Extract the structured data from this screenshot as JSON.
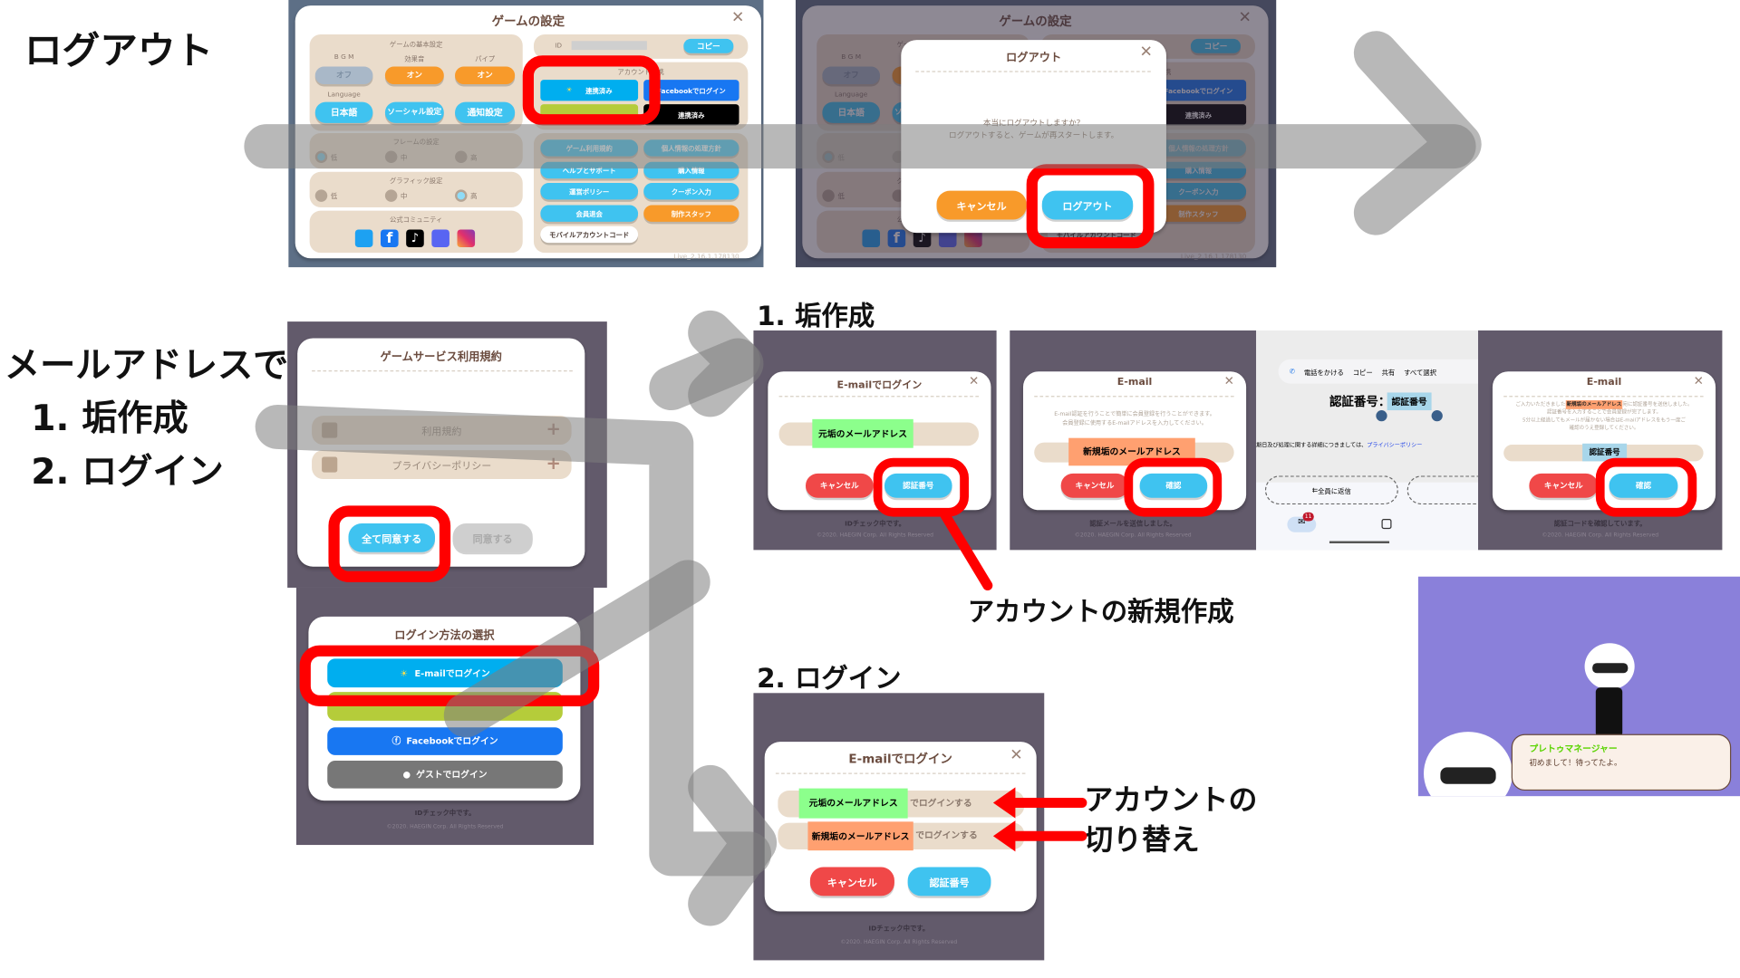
{
  "annotations": {
    "logout_heading": "ログアウト",
    "email_heading_line1": "メールアドレスで",
    "email_heading_line2": "1. 垢作成",
    "email_heading_line3": "2. ログイン",
    "step1_label": "1. 垢作成",
    "step2_label": "2. ログイン",
    "new_account_note": "アカウントの新規作成",
    "switch_note_line1": "アカウントの",
    "switch_note_line2": "切り替え"
  },
  "colors": {
    "accent_red": "#ff0000",
    "button_blue": "#3fc3f0",
    "facebook_blue": "#1877f2",
    "email_blue": "#00aeef",
    "google_green": "#b5cc3a"
  },
  "settings": {
    "title": "ゲームの設定",
    "close": "✕",
    "basic": {
      "title": "ゲームの基本設定",
      "bgm": "B G M",
      "sfx": "効果音",
      "pipe": "パイプ",
      "bgm_value": "オフ",
      "sfx_value": "オン",
      "pipe_value": "オン",
      "language_label": "Language",
      "language": "日本語",
      "social": "ソーシャル設定",
      "notify": "通知設定"
    },
    "frame": {
      "title": "フレームの設定",
      "low": "低",
      "mid": "中",
      "high": "高"
    },
    "graphic": {
      "title": "グラフィック設定",
      "low": "低",
      "mid": "中",
      "high": "高"
    },
    "community": {
      "title": "公式コミュニティ",
      "icons": [
        "twitter-icon",
        "facebook-icon",
        "tiktok-icon",
        "discord-icon",
        "instagram-icon"
      ]
    },
    "id_label": "ID",
    "copy": "コピー",
    "account_link": {
      "title": "アカウント連携",
      "email_linked": "連携済み",
      "facebook": "Facebookでログイン",
      "apple_linked": "連携済み"
    },
    "menu": [
      "ゲーム利用規約",
      "個人情報の処理方針",
      "ヘルプとサポート",
      "購入情報",
      "運営ポリシー",
      "クーポン入力",
      "会員退会",
      "制作スタッフ",
      "モバイルアカウントコード"
    ],
    "version": "Live_2.16.1.178130"
  },
  "logout_dialog": {
    "title": "ログアウト",
    "line1": "本当にログアウトしますか？",
    "line2": "ログアウトすると、ゲームが再スタートします。",
    "cancel": "キャンセル",
    "confirm": "ログアウト"
  },
  "terms": {
    "title": "ゲームサービス利用規約",
    "item1": "利用規約",
    "item2": "プライバシーポリシー",
    "agree_all": "全て同意する",
    "agree": "同意する"
  },
  "login_select": {
    "title": "ログイン方法の選択",
    "email": "E-mailでログイン",
    "facebook": "Facebookでログイン",
    "guest": "ゲストでログイン",
    "status": "IDチェック中です。",
    "copyright": "©2020. HAEGIN Corp. All Rights Reserved"
  },
  "email_login": {
    "title": "E-mailでログイン",
    "old_address": "元垢のメールアドレス",
    "cancel": "キャンセル",
    "code": "認証番号",
    "status": "IDチェック中です。",
    "copyright": "©2020. HAEGIN Corp. All Rights Reserved"
  },
  "email_register": {
    "title": "E-mail",
    "desc1": "E-mail認証を行うことで簡単に会員登録を行うことができます。",
    "desc2": "会員登録に使用するE-mailアドレスを入力してください。",
    "new_address": "新規垢のメールアドレス",
    "cancel": "キャンセル",
    "confirm": "確認",
    "status": "認証メールを送信しました。",
    "copyright": "©2020. HAEGIN Corp. All Rights Reserved"
  },
  "phone_mail": {
    "call": "電話をかける",
    "copy": "コピー",
    "share": "共有",
    "select_all": "すべて選択",
    "code_label": "認証番号：",
    "code_value": "認証番号",
    "body_text": "期日及び処理に関する詳細につきましては、",
    "privacy_link": "プライバシーポリシー",
    "reply_all": "全員に返信",
    "badge": "11"
  },
  "email_code": {
    "title": "E-mail",
    "desc_pre": "ご入力いただきました",
    "desc_addr": "新規垢のメールアドレス",
    "desc_post": "宛に認証番号を送信しました。",
    "desc2": "認証番号を入力することで会員登録が完了します。",
    "desc3": "5分以上経過してもメールが届かない場合はE-mailアドレスをもう一度ご",
    "desc4": "確認のうえ登録してください。",
    "code": "認証番号",
    "cancel": "キャンセル",
    "confirm": "確認",
    "status": "認証コードを確認しています。",
    "copyright": "©2020. HAEGIN Corp. All Rights Reserved"
  },
  "character": {
    "name": "プレトゥマネージャー",
    "message": "初めまして！待ってたよ。"
  },
  "email_switch": {
    "title": "E-mailでログイン",
    "old_address": "元垢のメールアドレス",
    "new_address": "新規垢のメールアドレス",
    "login_suffix": "でログインする",
    "cancel": "キャンセル",
    "code": "認証番号",
    "status": "IDチェック中です。",
    "copyright": "©2020. HAEGIN Corp. All Rights Reserved"
  }
}
